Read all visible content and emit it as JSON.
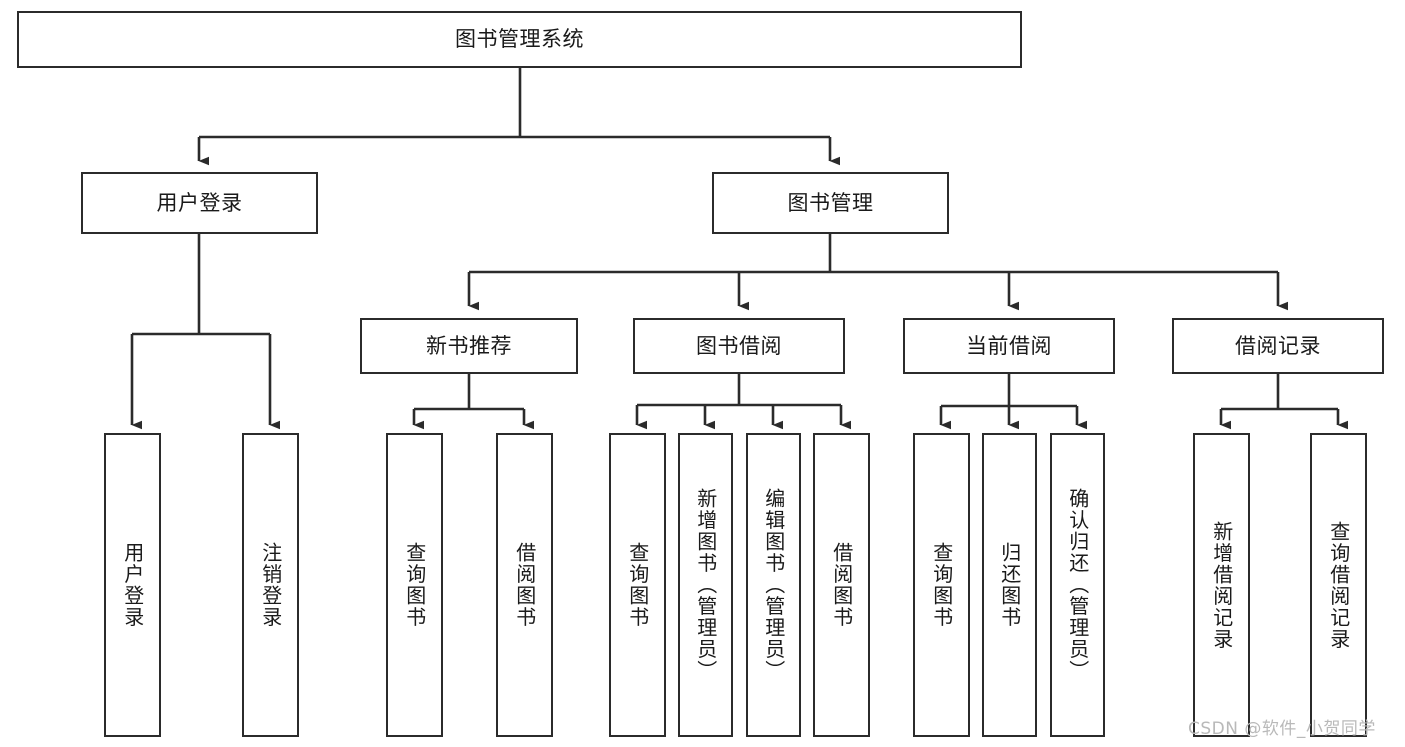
{
  "diagram": {
    "type": "tree-hierarchy-diagram",
    "title": "图书管理系统",
    "background_color": "#ffffff",
    "line_color": "#2b2b2b",
    "text_color": "#1a1a1a"
  },
  "watermark": {
    "text": "CSDN @软件_小贺同学",
    "color": "#b9b9b9"
  },
  "nodes": {
    "root": {
      "label": "图书管理系统"
    },
    "level1": [
      {
        "id": "user-login",
        "label": "用户登录"
      },
      {
        "id": "book-manage",
        "label": "图书管理"
      }
    ],
    "level2": [
      {
        "id": "new-book-recommend",
        "label": "新书推荐"
      },
      {
        "id": "book-borrow",
        "label": "图书借阅"
      },
      {
        "id": "current-borrow",
        "label": "当前借阅"
      },
      {
        "id": "borrow-record",
        "label": "借阅记录"
      }
    ],
    "leaves": {
      "user_login": [
        {
          "id": "leaf-user-login",
          "label": "用户登录"
        },
        {
          "id": "leaf-logout-login",
          "label": "注销登录"
        }
      ],
      "new_book_recommend": [
        {
          "id": "leaf-query-book-1",
          "label": "查询图书"
        },
        {
          "id": "leaf-borrow-book-1",
          "label": "借阅图书"
        }
      ],
      "book_borrow": [
        {
          "id": "leaf-query-book-2",
          "label": "查询图书"
        },
        {
          "id": "leaf-add-book-admin",
          "label": "新增图书（管理员）"
        },
        {
          "id": "leaf-edit-book-admin",
          "label": "编辑图书（管理员）"
        },
        {
          "id": "leaf-borrow-book-2",
          "label": "借阅图书"
        }
      ],
      "current_borrow": [
        {
          "id": "leaf-query-book-3",
          "label": "查询图书"
        },
        {
          "id": "leaf-return-book",
          "label": "归还图书"
        },
        {
          "id": "leaf-confirm-return-admin",
          "label": "确认归还（管理员）"
        }
      ],
      "borrow_record": [
        {
          "id": "leaf-add-borrow-record",
          "label": "新增借阅记录"
        },
        {
          "id": "leaf-query-borrow-record",
          "label": "查询借阅记录"
        }
      ]
    }
  }
}
